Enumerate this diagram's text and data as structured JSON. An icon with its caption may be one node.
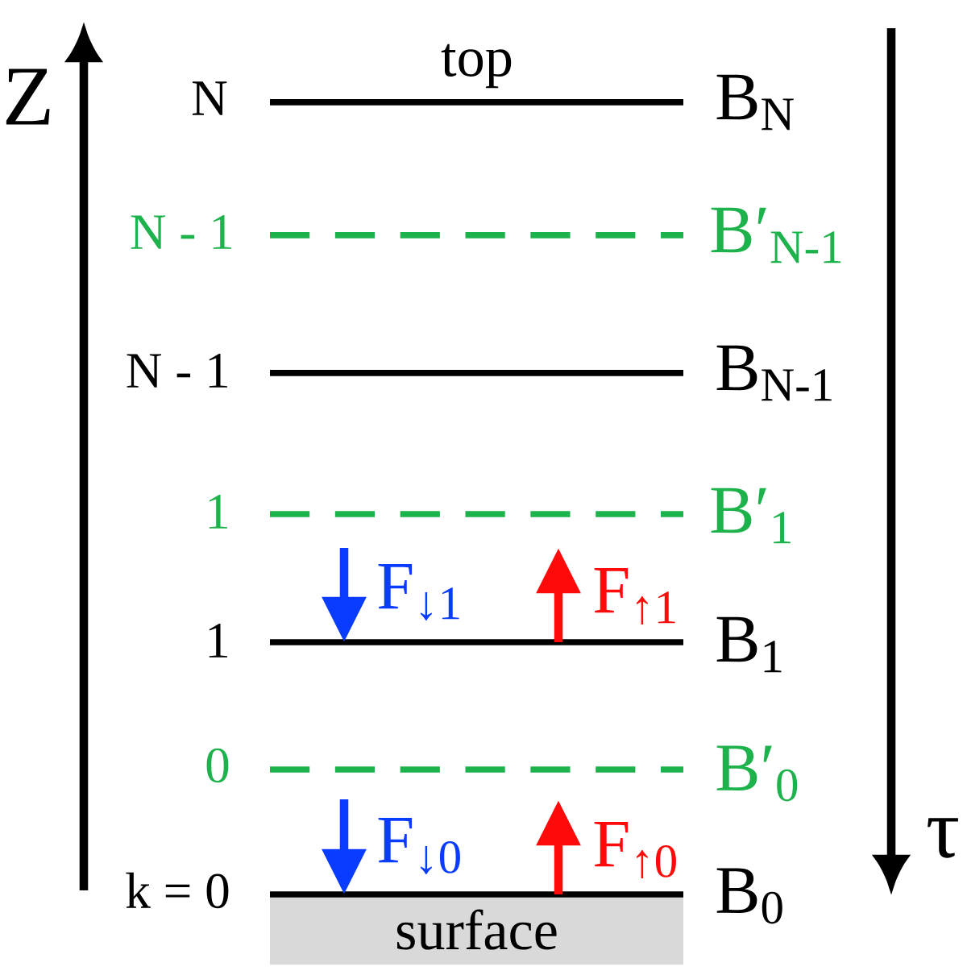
{
  "diagram": {
    "nodes": [
      {
        "text": [
          "surface"
        ]
      }
    ],
    "labels": [
      "Z",
      "top",
      "N",
      "B$_{N}$",
      "N - 1",
      "B′$_{N-1}$",
      "N - 1",
      "B$_{N-1}$",
      "1",
      "B′$_{1}$",
      "F$_{↓1}$",
      "F$_{↑1}$",
      "1",
      "B$_{1}$",
      "0",
      "B′$_{0}$",
      "F$_{↓0}$",
      "F$_{↑0}$",
      "τ",
      "k = 0",
      "B$_{0}$"
    ]
  }
}
